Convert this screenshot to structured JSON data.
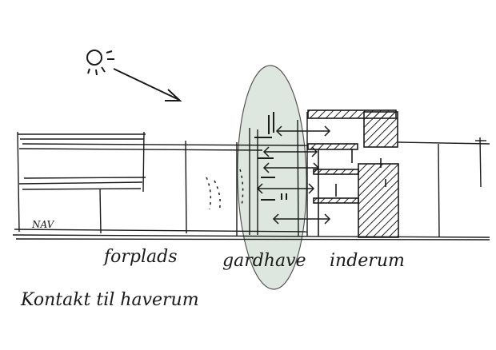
{
  "labels": {
    "street": "NAV",
    "forecourt": "forplads",
    "garden_hall": "gardhave",
    "interior": "inderum",
    "caption": "Kontakt til haverum"
  },
  "colors": {
    "ink": "#1a1a1a",
    "ellipse_fill": "#dde7df",
    "hatch": "#222222"
  },
  "icons": {
    "sun": "sun-icon",
    "arrow": "sun-ray-arrow"
  }
}
